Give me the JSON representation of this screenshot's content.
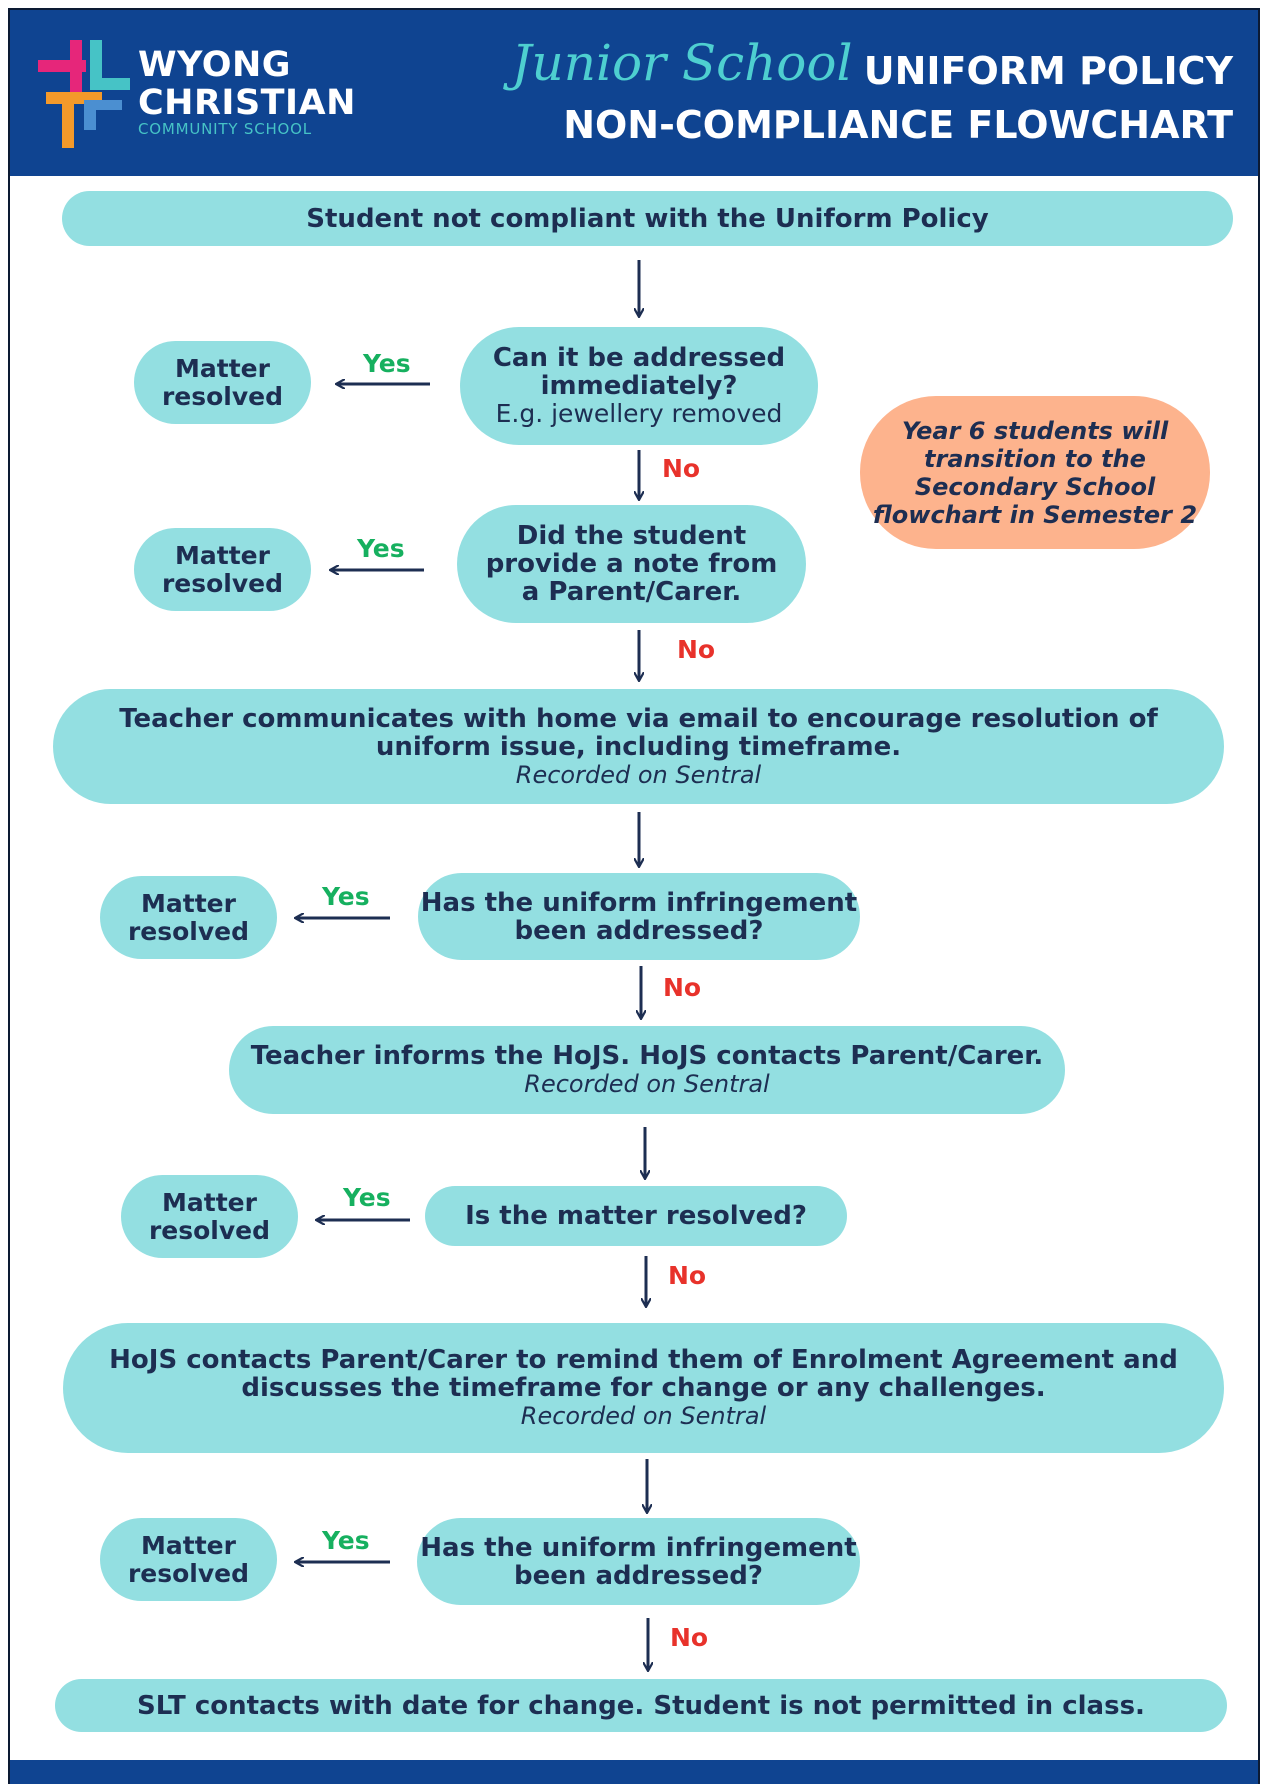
{
  "header": {
    "logo": {
      "line1": "WYONG",
      "line2": "CHRISTIAN",
      "line3": "COMMUNITY SCHOOL"
    },
    "title_script": "Junior School",
    "title_line1": "UNIFORM POLICY",
    "title_line2": "NON-COMPLIANCE FLOWCHART"
  },
  "colors": {
    "header_blue": "#0f4491",
    "node_teal": "#93dfe1",
    "note_orange": "#fdb38d",
    "yes_green": "#16b05f",
    "no_red": "#e8322b",
    "text_navy": "#1d2e52"
  },
  "flow": {
    "start": "Student not compliant with the Uniform Policy",
    "q1": {
      "line1": "Can it be addressed",
      "line2": "immediately?",
      "sub": "E.g. jewellery removed"
    },
    "q2": {
      "line1": "Did the student",
      "line2": "provide a note from",
      "line3": "a Parent/Carer."
    },
    "step1": {
      "line1": "Teacher communicates with home via email to encourage resolution of",
      "line2": "uniform issue, including timeframe.",
      "sub": "Recorded on Sentral"
    },
    "q3": {
      "line1": "Has the uniform infringement",
      "line2": "been addressed?"
    },
    "step2": {
      "line1": "Teacher informs the HoJS. HoJS contacts Parent/Carer.",
      "sub": "Recorded on Sentral"
    },
    "q4": {
      "line1": "Is the matter resolved?"
    },
    "step3": {
      "line1": "HoJS contacts Parent/Carer to remind them of Enrolment Agreement and",
      "line2": "discusses the timeframe for change or any challenges.",
      "sub": "Recorded on Sentral"
    },
    "q5": {
      "line1": "Has the uniform infringement",
      "line2": "been addressed?"
    },
    "end": "SLT contacts with date for change. Student is not permitted in class.",
    "resolved": {
      "line1": "Matter",
      "line2": "resolved"
    },
    "yes_label": "Yes",
    "no_label": "No"
  },
  "note": {
    "line1": "Year 6 students will",
    "line2": "transition to the",
    "line3": "Secondary School",
    "line4": "flowchart in Semester 2"
  }
}
